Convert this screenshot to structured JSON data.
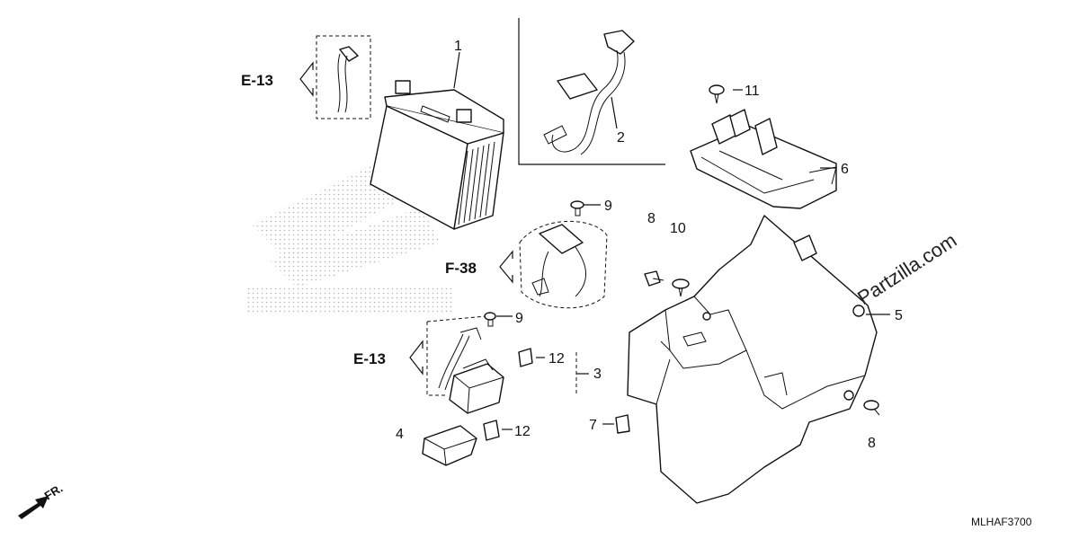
{
  "callouts": {
    "c1": "1",
    "c2": "2",
    "c3": "3",
    "c4": "4",
    "c5": "5",
    "c6": "6",
    "c7": "7",
    "c8a": "8",
    "c8b": "8",
    "c9a": "9",
    "c9b": "9",
    "c10": "10",
    "c11": "11",
    "c12a": "12",
    "c12b": "12"
  },
  "refs": {
    "e13_top": "E-13",
    "f38": "F-38",
    "e13_bottom": "E-13"
  },
  "direction": "FR.",
  "watermark": "Partzilla.com",
  "diagram_code": "MLHAF3700"
}
